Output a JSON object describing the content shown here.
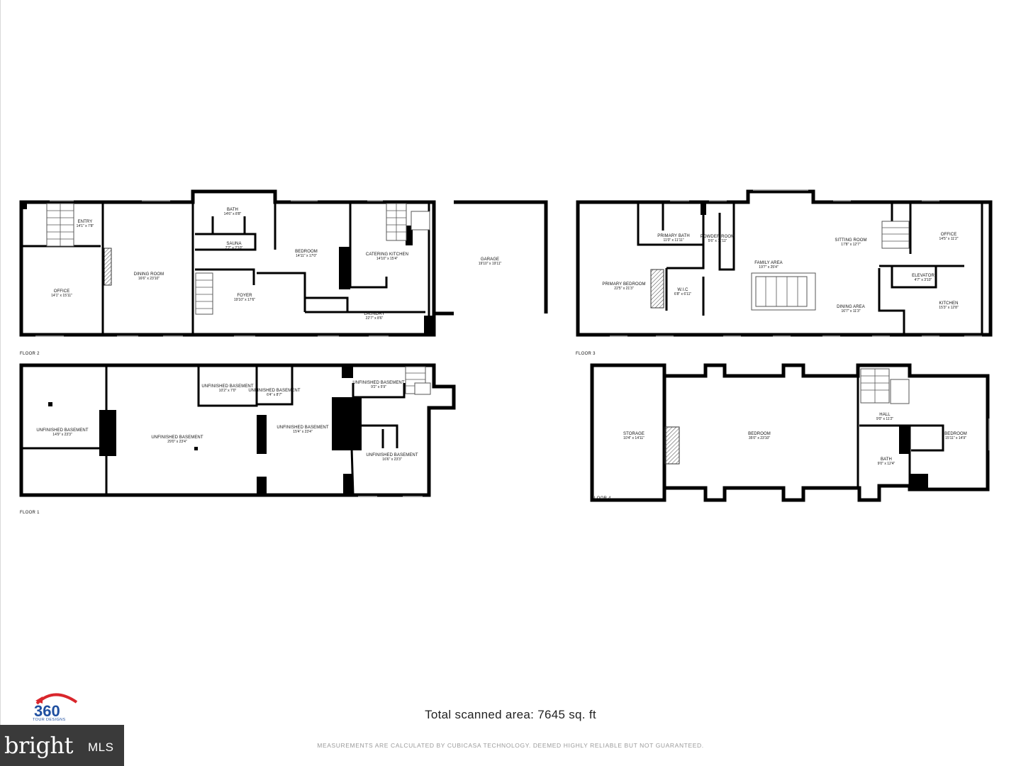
{
  "floors": {
    "floor1": {
      "label": "FLOOR 1",
      "rooms": [
        {
          "name": "UNFINISHED BASEMENT",
          "dim": "14'9\" x 23'3\""
        },
        {
          "name": "UNFINISHED BASEMENT",
          "dim": "29'0\" x 23'4\""
        },
        {
          "name": "UNFINISHED BASEMENT",
          "dim": "10'2\" x 7'0\""
        },
        {
          "name": "UNFINISHED BASEMENT",
          "dim": "6'4\" x 8'7\""
        },
        {
          "name": "UNFINISHED BASEMENT",
          "dim": "15'4\" x 23'4\""
        },
        {
          "name": "UNFINISHED BASEMENT",
          "dim": "9'2\" x 5'9\""
        },
        {
          "name": "UNFINISHED BASEMENT",
          "dim": "16'6\" x 23'3\""
        }
      ]
    },
    "floor2": {
      "label": "FLOOR 2",
      "rooms": [
        {
          "name": "ENTRY",
          "dim": "14'1\" x 7'8\""
        },
        {
          "name": "OFFICE",
          "dim": "14'1\" x 15'11\""
        },
        {
          "name": "DINING ROOM",
          "dim": "16'6\" x 23'10\""
        },
        {
          "name": "BATH",
          "dim": "14'6\" x 8'8\""
        },
        {
          "name": "SAUNA",
          "dim": "7'2\" x 2'10\""
        },
        {
          "name": "BEDROOM",
          "dim": "14'11\" x 17'0\""
        },
        {
          "name": "FOYER",
          "dim": "19'10\" x 17'6\""
        },
        {
          "name": "CATERING KITCHEN",
          "dim": "14'10\" x 15'4\""
        },
        {
          "name": "LAUNDRY",
          "dim": "22'7\" x 8'6\""
        },
        {
          "name": "GARAGE",
          "dim": "19'10\" x 19'11\""
        }
      ]
    },
    "floor3": {
      "label": "FLOOR 3",
      "rooms": [
        {
          "name": "PRIMARY BEDROOM",
          "dim": "22'5\" x 21'3\""
        },
        {
          "name": "PRIMARY BATH",
          "dim": "11'0\" x 11'11\""
        },
        {
          "name": "W.I.C",
          "dim": "6'8\" x 6'11\""
        },
        {
          "name": "POWDER ROOM",
          "dim": "5'6\" x 11'11\""
        },
        {
          "name": "FAMILY AREA",
          "dim": "19'7\" x 25'4\""
        },
        {
          "name": "SITTING ROOM",
          "dim": "17'8\" x 12'7\""
        },
        {
          "name": "DINING AREA",
          "dim": "16'7\" x 11'3\""
        },
        {
          "name": "OFFICE",
          "dim": "14'5\" x 11'2\""
        },
        {
          "name": "ELEVATOR",
          "dim": "4'7\" x 3'10\""
        },
        {
          "name": "KITCHEN",
          "dim": "15'3\" x 12'8\""
        }
      ]
    },
    "floor4": {
      "label": "FLOOR 4",
      "rooms": [
        {
          "name": "STORAGE",
          "dim": "10'4\" x 14'11\""
        },
        {
          "name": "BEDROOM",
          "dim": "35'0\" x 23'10\""
        },
        {
          "name": "HALL",
          "dim": "9'0\" x 11'2\""
        },
        {
          "name": "BATH",
          "dim": "9'0\" x 12'4\""
        },
        {
          "name": "BEDROOM",
          "dim": "15'11\" x 14'9\""
        }
      ]
    }
  },
  "total_area": "Total scanned area: 7645 sq. ft",
  "disclaimer": "MEASUREMENTS ARE CALCULATED BY CUBICASA TECHNOLOGY. DEEMED HIGHLY RELIABLE BUT NOT GUARANTEED.",
  "logo_tour": {
    "number": "360",
    "subtitle": "TOUR DESIGNS"
  },
  "logo_mls": {
    "word": "bright",
    "suffix": "MLS"
  }
}
